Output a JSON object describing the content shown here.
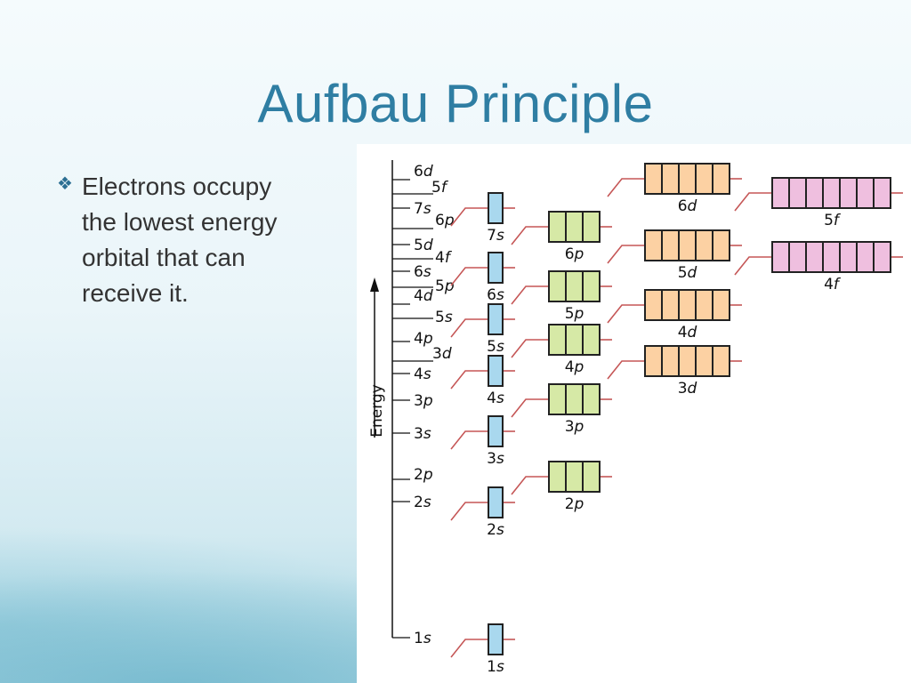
{
  "slide": {
    "title": "Aufbau Principle",
    "bullet_icon": "diamond-bullet-icon",
    "bullet_lines": [
      "Electrons occupy",
      "the lowest energy",
      "orbital that can",
      "receive it."
    ]
  },
  "diagram": {
    "axis_label": "Energy",
    "colors": {
      "s": "#a9d8ee",
      "p": "#d6e9a6",
      "d": "#fcd1a3",
      "f": "#efbfdf",
      "connector": "#c55656",
      "outline": "#222222"
    },
    "energy_levels": [
      {
        "n": "6",
        "l": "d"
      },
      {
        "n": "5",
        "l": "f"
      },
      {
        "n": "7",
        "l": "s"
      },
      {
        "n": "6",
        "l": "p"
      },
      {
        "n": "5",
        "l": "d"
      },
      {
        "n": "4",
        "l": "f"
      },
      {
        "n": "6",
        "l": "s"
      },
      {
        "n": "5",
        "l": "p"
      },
      {
        "n": "4",
        "l": "d"
      },
      {
        "n": "5",
        "l": "s"
      },
      {
        "n": "4",
        "l": "p"
      },
      {
        "n": "3",
        "l": "d"
      },
      {
        "n": "4",
        "l": "s"
      },
      {
        "n": "3",
        "l": "p"
      },
      {
        "n": "3",
        "l": "s"
      },
      {
        "n": "2",
        "l": "p"
      },
      {
        "n": "2",
        "l": "s"
      },
      {
        "n": "1",
        "l": "s"
      }
    ],
    "orbital_groups": [
      {
        "type": "s",
        "boxes": 1,
        "members": [
          {
            "n": "7",
            "l": "s"
          },
          {
            "n": "6",
            "l": "s"
          },
          {
            "n": "5",
            "l": "s"
          },
          {
            "n": "4",
            "l": "s"
          },
          {
            "n": "3",
            "l": "s"
          },
          {
            "n": "2",
            "l": "s"
          },
          {
            "n": "1",
            "l": "s"
          }
        ]
      },
      {
        "type": "p",
        "boxes": 3,
        "members": [
          {
            "n": "6",
            "l": "p"
          },
          {
            "n": "5",
            "l": "p"
          },
          {
            "n": "4",
            "l": "p"
          },
          {
            "n": "3",
            "l": "p"
          },
          {
            "n": "2",
            "l": "p"
          }
        ]
      },
      {
        "type": "d",
        "boxes": 5,
        "members": [
          {
            "n": "6",
            "l": "d"
          },
          {
            "n": "5",
            "l": "d"
          },
          {
            "n": "4",
            "l": "d"
          },
          {
            "n": "3",
            "l": "d"
          }
        ]
      },
      {
        "type": "f",
        "boxes": 7,
        "members": [
          {
            "n": "5",
            "l": "f"
          },
          {
            "n": "4",
            "l": "f"
          }
        ]
      }
    ]
  }
}
